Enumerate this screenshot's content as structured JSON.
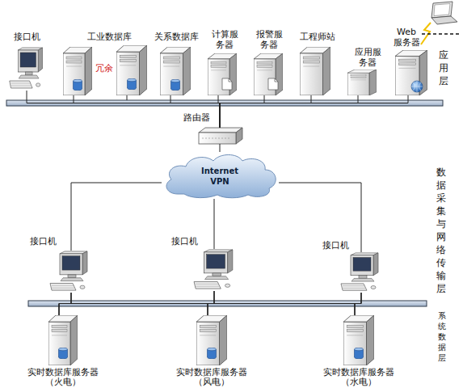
{
  "diagram": {
    "nodes": [
      {
        "text": [
          "接口机"
        ]
      },
      {
        "text": [
          "工业数据库"
        ]
      },
      {
        "text": [
          "关系数据库"
        ]
      },
      {
        "text": [
          "计算服 务器"
        ]
      },
      {
        "text": [
          "报警服 务器"
        ]
      },
      {
        "text": [
          "工程师站"
        ]
      },
      {
        "text": [
          "应用服 务器"
        ]
      },
      {
        "text": [
          "Web 服务器"
        ]
      },
      {
        "text": [
          "路由器"
        ]
      },
      {
        "text": [
          "Internet VPN"
        ]
      },
      {
        "text": [
          "接口机"
        ]
      },
      {
        "text": [
          "接口机"
        ]
      },
      {
        "text": [
          "接口机"
        ]
      },
      {
        "text": [
          "实时数据库服务器 （火电）"
        ]
      },
      {
        "text": [
          "实时数据库服务器 （风电）"
        ]
      },
      {
        "text": [
          "实时数据库服务器 （水电）"
        ]
      }
    ],
    "edges": [
      {
        "from": 0,
        "to": 8,
        "arrow": "none"
      },
      {
        "from": 1,
        "to": 8,
        "arrow": "none"
      },
      {
        "from": 2,
        "to": 8,
        "arrow": "none"
      },
      {
        "from": 3,
        "to": 8,
        "arrow": "none"
      },
      {
        "from": 4,
        "to": 8,
        "arrow": "none"
      },
      {
        "from": 5,
        "to": 8,
        "arrow": "none"
      },
      {
        "from": 6,
        "to": 8,
        "arrow": "none"
      },
      {
        "from": 7,
        "to": 8,
        "arrow": "none"
      },
      {
        "from": 8,
        "to": 9,
        "arrow": "none"
      },
      {
        "from": 9,
        "to": 10,
        "arrow": "none"
      },
      {
        "from": 9,
        "to": 11,
        "arrow": "none"
      },
      {
        "from": 9,
        "to": 12,
        "arrow": "none"
      },
      {
        "from": 10,
        "to": 13,
        "arrow": "none"
      },
      {
        "from": 10,
        "to": 14,
        "arrow": "none"
      },
      {
        "from": 10,
        "to": 15,
        "arrow": "none"
      },
      {
        "from": 11,
        "to": 13,
        "arrow": "none"
      },
      {
        "from": 11,
        "to": 14,
        "arrow": "none"
      },
      {
        "from": 11,
        "to": 15,
        "arrow": "none"
      },
      {
        "from": 12,
        "to": 13,
        "arrow": "none"
      },
      {
        "from": 12,
        "to": 14,
        "arrow": "none"
      },
      {
        "from": 12,
        "to": 15,
        "arrow": "none"
      }
    ],
    "labels": [
      "冗余",
      "应用层",
      "数据采集与网络传输层",
      "系统数据层"
    ]
  }
}
